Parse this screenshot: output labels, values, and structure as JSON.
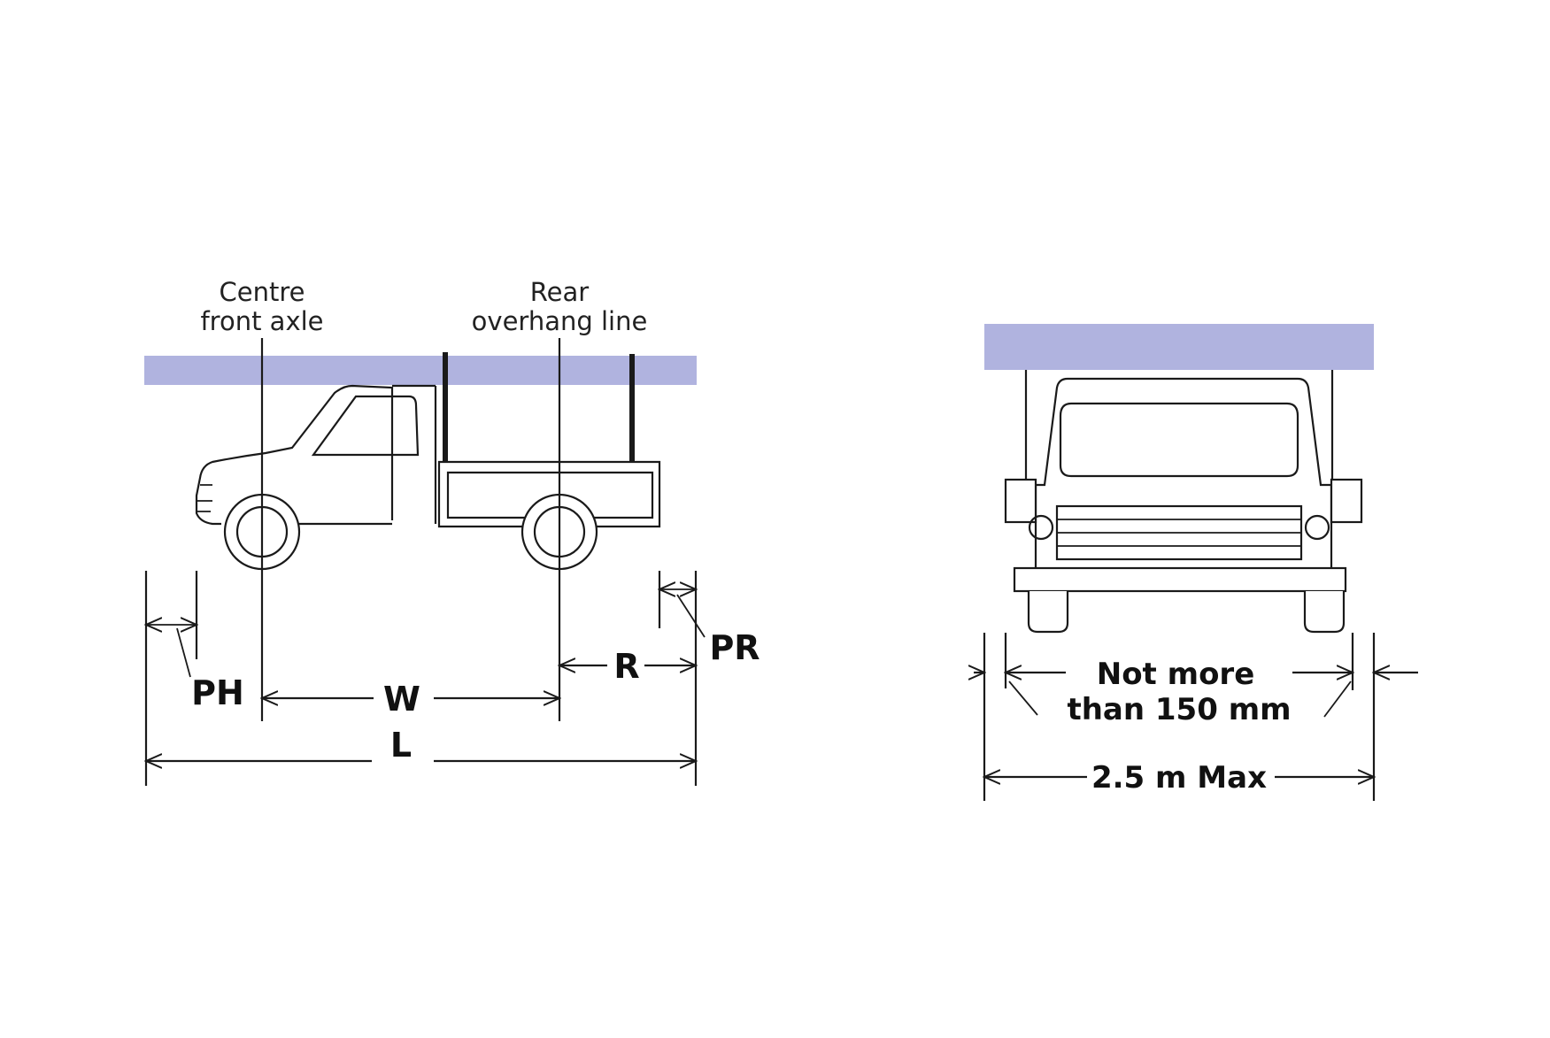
{
  "colors": {
    "load": "#b0b3df",
    "line": "#1a1a1a",
    "background": "#ffffff"
  },
  "side_view": {
    "label_front_axle": [
      "Centre",
      "front axle"
    ],
    "label_overhang": [
      "Rear",
      "overhang line"
    ],
    "dim_ph": "PH",
    "dim_w": "W",
    "dim_r": "R",
    "dim_pr": "PR",
    "dim_l": "L"
  },
  "front_view": {
    "dim_side": [
      "Not more",
      "than 150 mm"
    ],
    "dim_width": "2.5 m Max"
  }
}
